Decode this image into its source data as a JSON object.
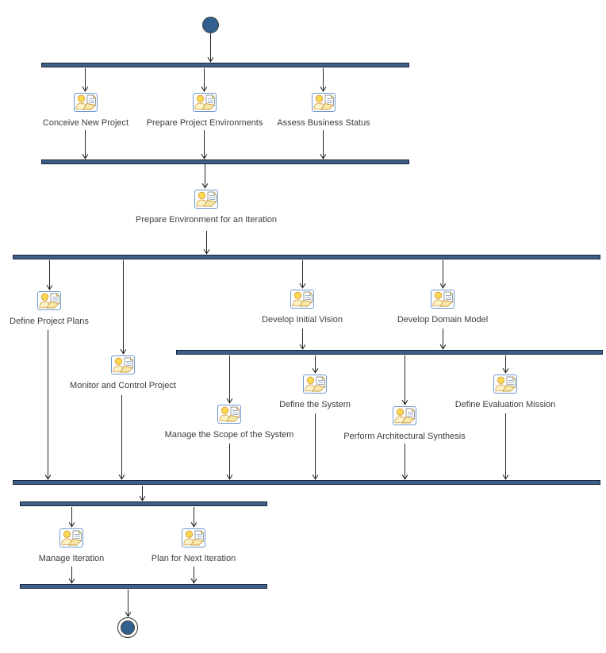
{
  "diagram": {
    "type": "activity-diagram",
    "start_node": {
      "name": "start"
    },
    "end_node": {
      "name": "end"
    },
    "activities": [
      {
        "id": "conceive-new-project",
        "label": "Conceive New Project"
      },
      {
        "id": "prepare-project-environments",
        "label": "Prepare Project Environments"
      },
      {
        "id": "assess-business-status",
        "label": "Assess Business Status"
      },
      {
        "id": "prepare-environment-for-an-iteration",
        "label": "Prepare Environment for an Iteration"
      },
      {
        "id": "define-project-plans",
        "label": "Define Project Plans"
      },
      {
        "id": "monitor-and-control-project",
        "label": "Monitor and Control Project"
      },
      {
        "id": "develop-initial-vision",
        "label": "Develop Initial Vision"
      },
      {
        "id": "develop-domain-model",
        "label": "Develop Domain Model"
      },
      {
        "id": "manage-the-scope-of-the-system",
        "label": "Manage the Scope of the System"
      },
      {
        "id": "define-the-system",
        "label": "Define the System"
      },
      {
        "id": "perform-architectural-synthesis",
        "label": "Perform Architectural Synthesis"
      },
      {
        "id": "define-evaluation-mission",
        "label": "Define Evaluation Mission"
      },
      {
        "id": "manage-iteration",
        "label": "Manage Iteration"
      },
      {
        "id": "plan-for-next-iteration",
        "label": "Plan for Next Iteration"
      }
    ],
    "bars": [
      {
        "id": "fork-1",
        "kind": "fork"
      },
      {
        "id": "join-1",
        "kind": "join"
      },
      {
        "id": "fork-2",
        "kind": "fork"
      },
      {
        "id": "fork-3",
        "kind": "fork"
      },
      {
        "id": "join-2",
        "kind": "join"
      },
      {
        "id": "fork-4",
        "kind": "fork"
      },
      {
        "id": "join-3",
        "kind": "join"
      }
    ],
    "colors": {
      "bar_fill": "#3f5f88",
      "bar_border": "#16253c",
      "node_fill": "#31608f",
      "arrow": "#262626",
      "icon_border": "#6e99cf",
      "icon_head_yellow": "#f9d952",
      "icon_pale_yellow": "#f9e9a9",
      "label_text": "#3c3c3c"
    }
  }
}
